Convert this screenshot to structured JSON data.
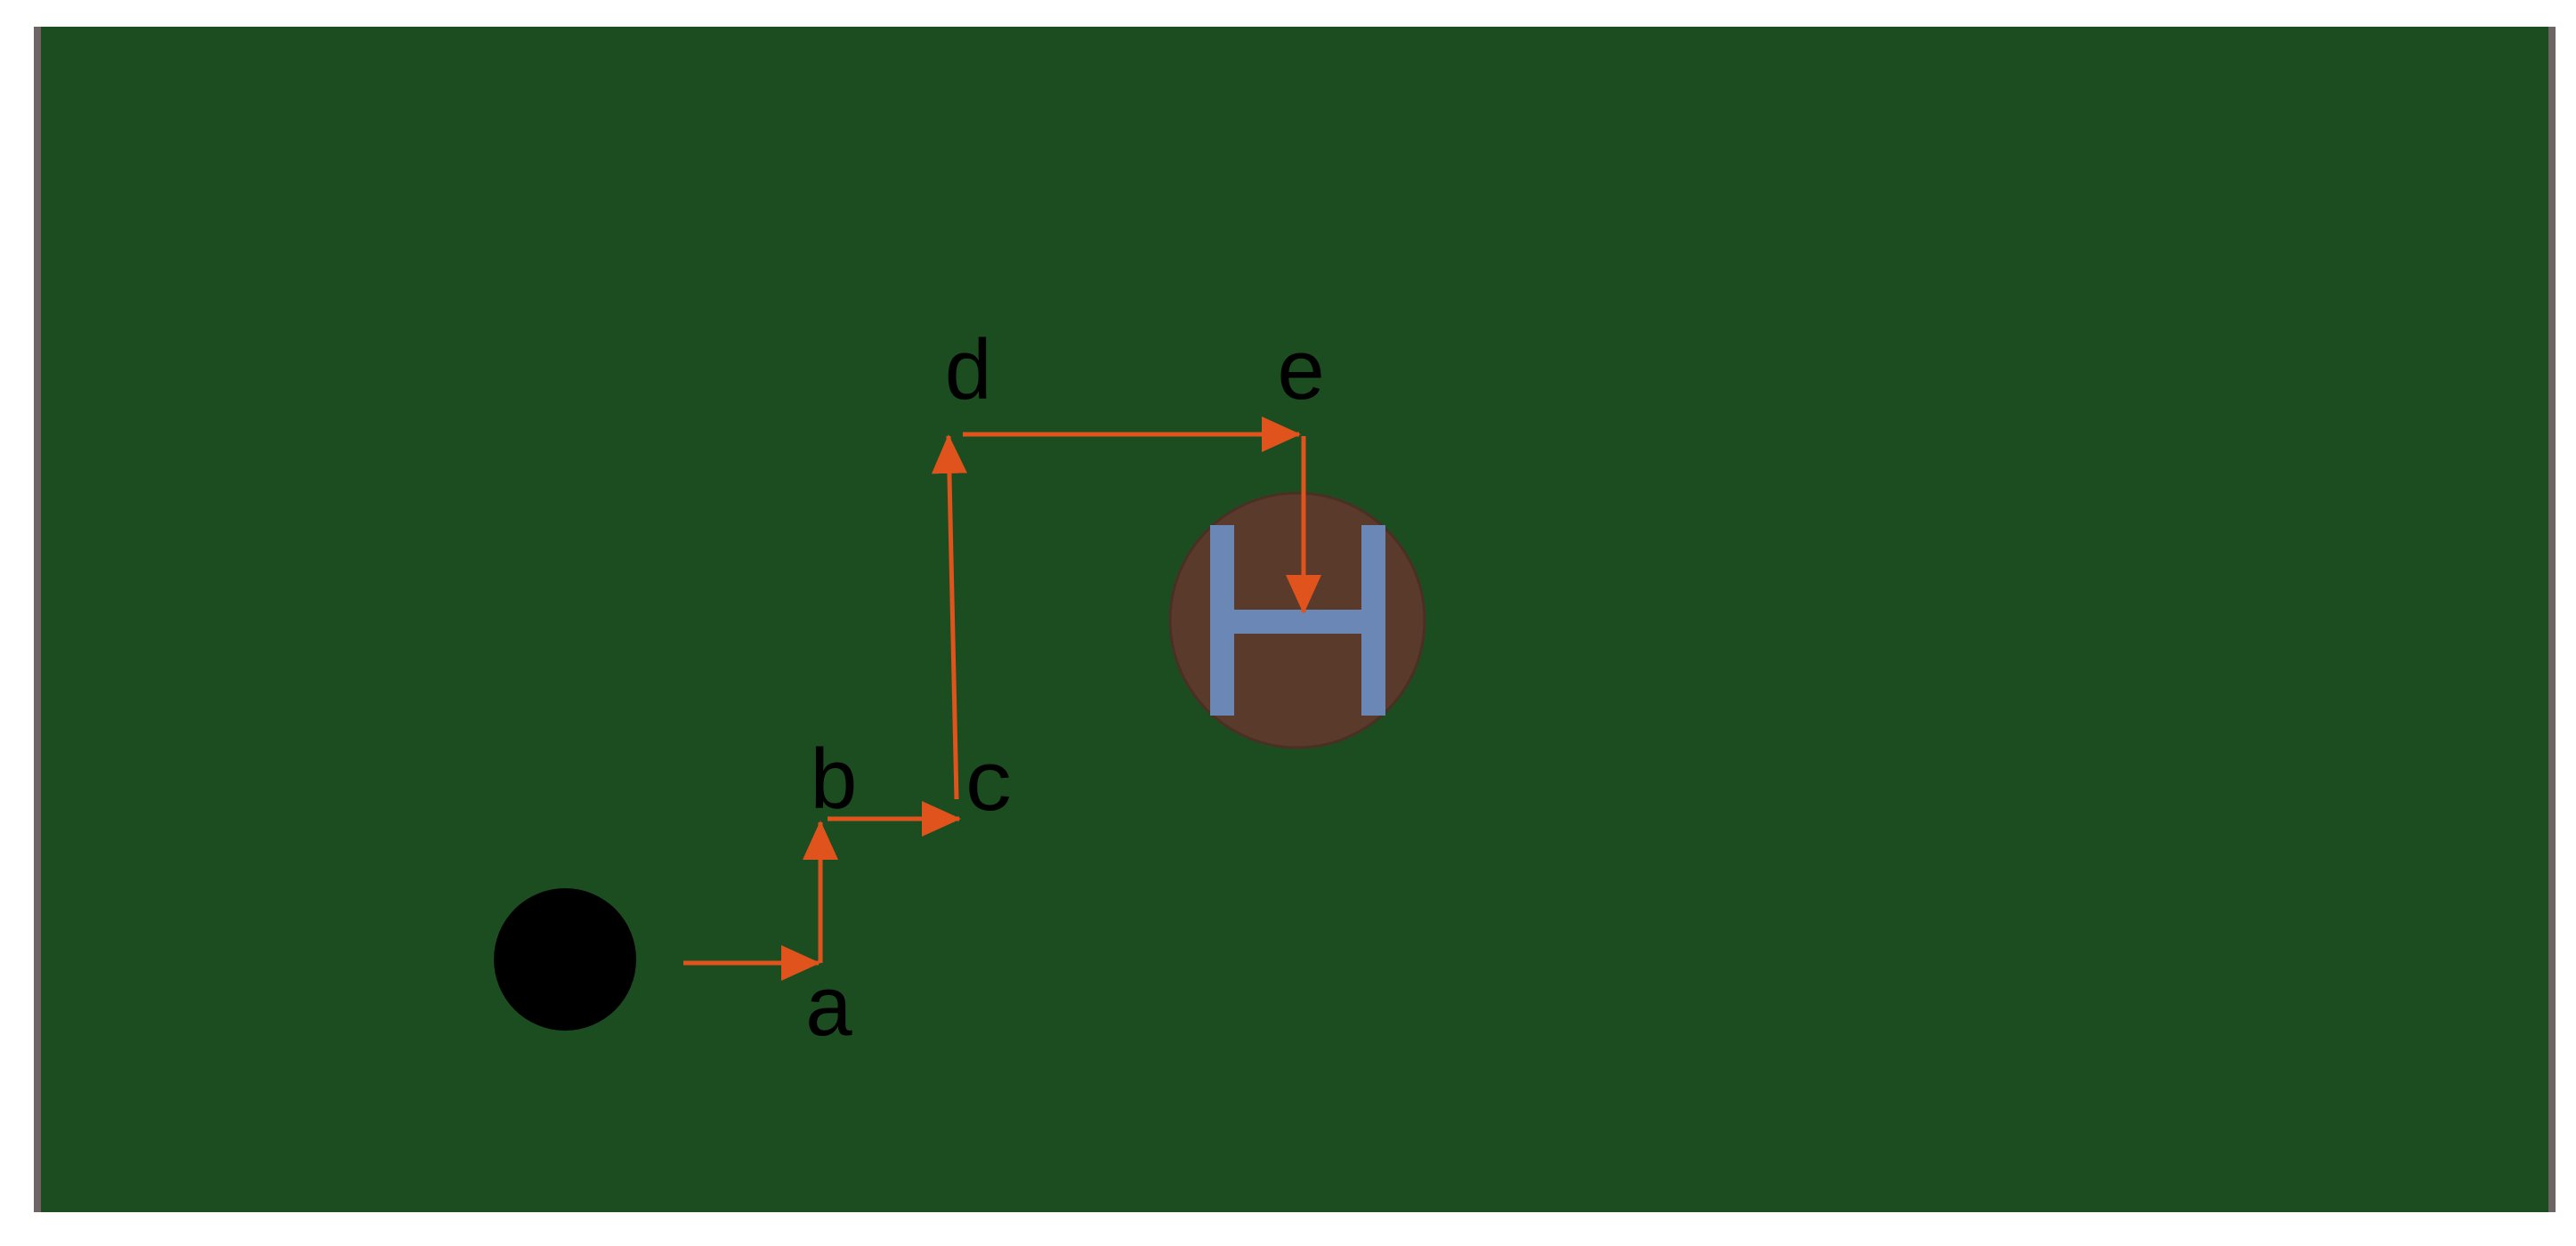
{
  "colors": {
    "page_background": "#ffffff",
    "field": "#1c4d20",
    "field_border": "#6e6464",
    "path_arrow": "#e0531c",
    "ball": "#000000",
    "helipad_fill": "#5a3a2a",
    "helipad_letter": "#6b87b5",
    "label_text": "#000000"
  },
  "start_marker": {
    "shape": "filled-circle"
  },
  "helipad": {
    "letter": "H"
  },
  "waypoints": [
    {
      "id": "a",
      "label": "a"
    },
    {
      "id": "b",
      "label": "b"
    },
    {
      "id": "c",
      "label": "c"
    },
    {
      "id": "d",
      "label": "d"
    },
    {
      "id": "e",
      "label": "e"
    }
  ],
  "path_segments": [
    {
      "from": "start",
      "to": "a",
      "direction": "right"
    },
    {
      "from": "a",
      "to": "b",
      "direction": "up"
    },
    {
      "from": "b",
      "to": "c",
      "direction": "right"
    },
    {
      "from": "c",
      "to": "d",
      "direction": "up"
    },
    {
      "from": "d",
      "to": "e",
      "direction": "right"
    },
    {
      "from": "e",
      "to": "helipad",
      "direction": "down"
    }
  ]
}
